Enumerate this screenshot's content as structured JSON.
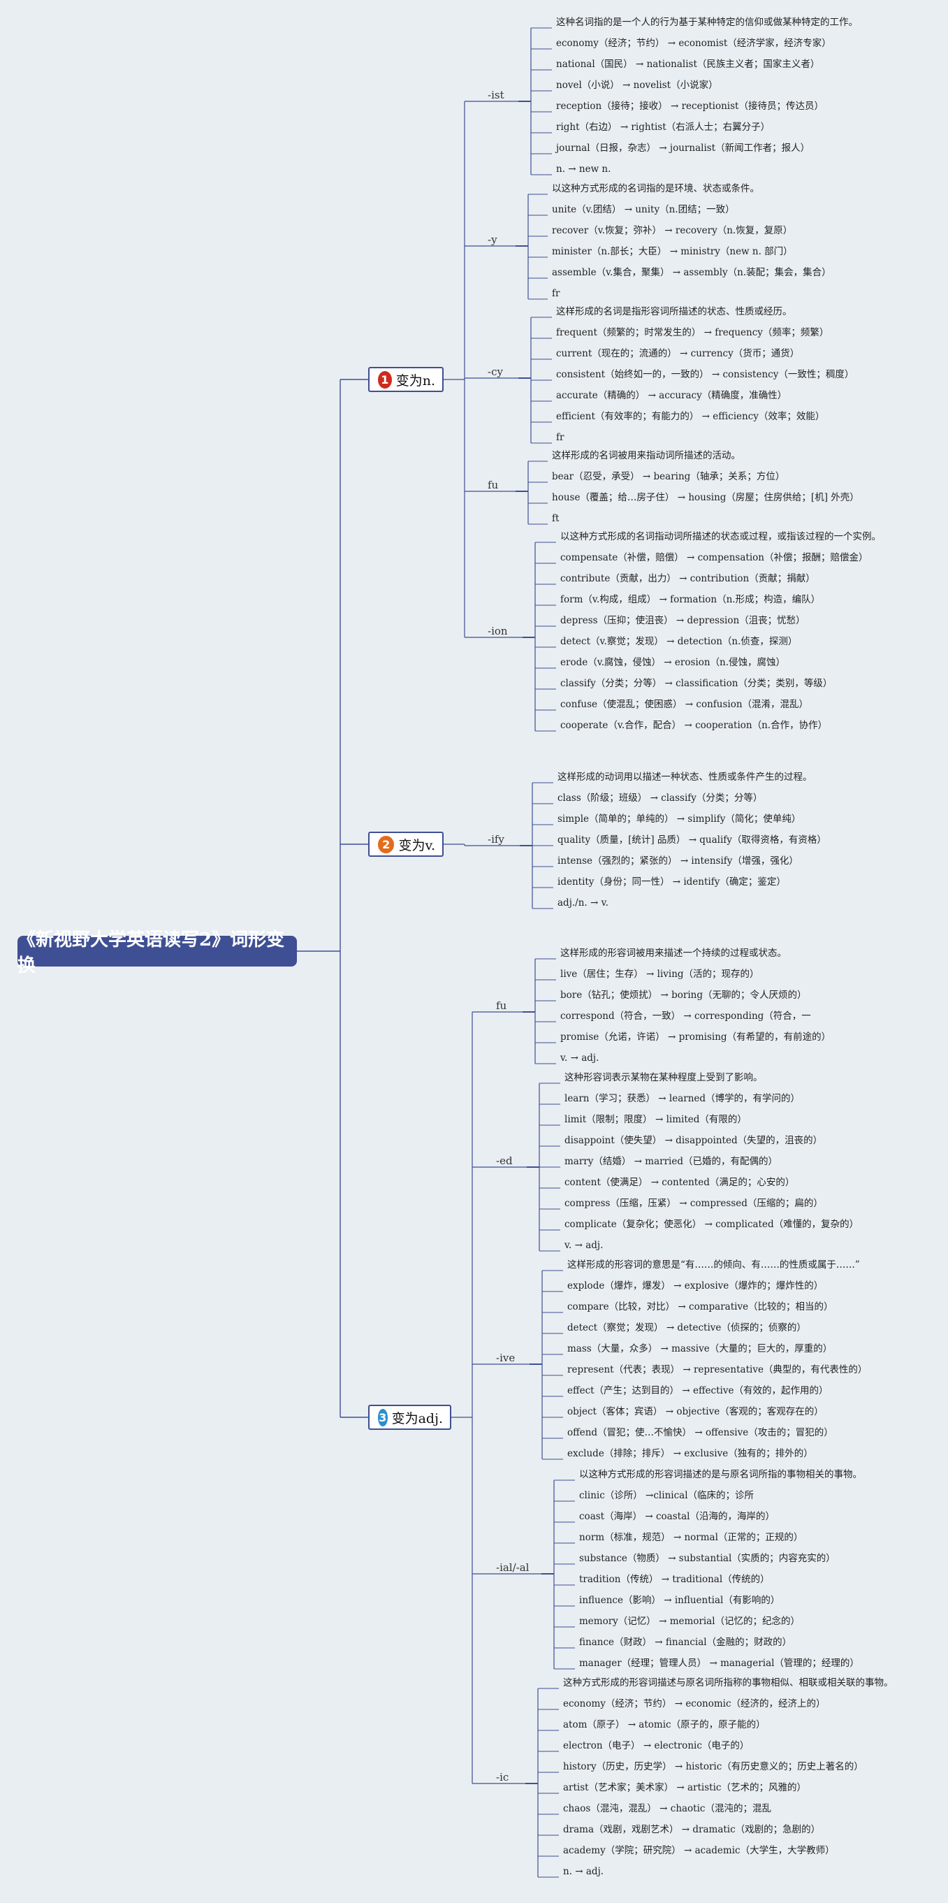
{
  "title": "《新视野大学英语读写2》词形变换",
  "accent": "#3f4f93",
  "categories": [
    {
      "number": "1",
      "label": "变为n.",
      "badge_color": "#cf2a1e",
      "suffixes": [
        {
          "name": "-ist",
          "items": [
            "这种名词指的是一个人的行为基于某种特定的信仰或做某种特定的工作。",
            "economy（经济；节约） → economist（经济学家，经济专家）",
            "national（国民） → nationalist（民族主义者；国家主义者）",
            "novel（小说） → novelist（小说家）",
            "reception（接待；接收） → receptionist（接待员；传达员）",
            "right（右边） → rightist（右派人士；右翼分子）",
            "journal（日报，杂志） → journalist（新闻工作者；报人）",
            "n. → new n."
          ]
        },
        {
          "name": "-y",
          "items": [
            "以这种方式形成的名词指的是环境、状态或条件。",
            "unite（v.团结） → unity（n.团结；一致）",
            "recover（v.恢复；弥补） → recovery（n.恢复，复原）",
            "minister（n.部长；大臣） → ministry（new n. 部门）",
            "assemble（v.集合，聚集） → assembly（n.装配；集会，集合）",
            "fr"
          ]
        },
        {
          "name": "-cy",
          "items": [
            "这样形成的名词是指形容词所描述的状态、性质或经历。",
            "frequent（频繁的；时常发生的） → frequency（频率；频繁）",
            "current（现在的；流通的） → currency（货币；通货）",
            "consistent（始终如一的，一致的） → consistency（一致性；稠度）",
            "accurate（精确的） → accuracy（精确度，准确性）",
            "efficient（有效率的；有能力的） → efficiency（效率；效能）",
            "fr"
          ]
        },
        {
          "name": "fu",
          "items": [
            "这样形成的名词被用来指动词所描述的活动。",
            "bear（忍受，承受） → bearing（轴承；关系；方位）",
            "house（覆盖；给…房子住） → housing（房屋；住房供给；[机] 外壳）",
            "ft"
          ]
        },
        {
          "name": "-ion",
          "items": [
            "以这种方式形成的名词指动词所描述的状态或过程，或指该过程的一个实例。",
            "compensate（补偿，赔偿） → compensation（补偿；报酬；赔偿金）",
            "contribute（贡献，出力） → contribution（贡献；捐献）",
            "form（v.构成，组成） → formation（n.形成；构造，编队）",
            "depress（压抑；使沮丧） → depression（沮丧；忧愁）",
            "detect（v.察觉；发现） → detection（n.侦查，探测）",
            "erode（v.腐蚀，侵蚀） → erosion（n.侵蚀，腐蚀）",
            "classify（分类；分等） → classification（分类；类别，等级）",
            "confuse（使混乱；使困惑） → confusion（混淆，混乱）",
            "cooperate（v.合作，配合） → cooperation（n.合作，协作）"
          ]
        }
      ]
    },
    {
      "number": "2",
      "label": "变为v.",
      "badge_color": "#e36c1c",
      "suffixes": [
        {
          "name": "-ify",
          "items": [
            "这样形成的动词用以描述一种状态、性质或条件产生的过程。",
            "class（阶级；班级） → classify（分类；分等）",
            "simple（简单的；单纯的） → simplify（简化；使单纯）",
            "quality（质量，[统计] 品质） → qualify（取得资格，有资格）",
            "intense（强烈的；紧张的） → intensify（增强，强化）",
            "identity（身份；同一性） → identify（确定；鉴定）",
            "adj./n. → v."
          ]
        }
      ]
    },
    {
      "number": "3",
      "label": "变为adj.",
      "badge_color": "#2a8fd0",
      "suffixes": [
        {
          "name": "fu",
          "items": [
            "这样形成的形容词被用来描述一个持续的过程或状态。",
            "live（居住；生存） → living（活的；现存的）",
            "bore（钻孔；使烦扰） → boring（无聊的；令人厌烦的）",
            "correspond（符合，一致） → corresponding（符合，一",
            "promise（允诺，许诺） → promising（有希望的，有前途的）",
            "v. → adj."
          ]
        },
        {
          "name": "-ed",
          "items": [
            "这种形容词表示某物在某种程度上受到了影响。",
            "learn（学习；获悉） → learned（博学的，有学问的）",
            "limit（限制；限度） → limited（有限的）",
            "disappoint（使失望） → disappointed（失望的，沮丧的）",
            "marry（结婚） → married（已婚的，有配偶的）",
            "content（使满足） → contented（满足的；心安的）",
            "compress（压缩，压紧） → compressed（压缩的；扁的）",
            "complicate（复杂化；使恶化） → complicated（难懂的，复杂的）",
            "v. → adj."
          ]
        },
        {
          "name": "-ive",
          "items": [
            "这样形成的形容词的意思是“有……的倾向、有……的性质或属于……”",
            "explode（爆炸，爆发） → explosive（爆炸的；爆炸性的）",
            "compare（比较，对比） → comparative（比较的；相当的）",
            "detect（察觉；发现） → detective（侦探的；侦察的）",
            "mass（大量，众多） → massive（大量的；巨大的，厚重的）",
            "represent（代表；表现） → representative（典型的，有代表性的）",
            "effect（产生；达到目的） → effective（有效的，起作用的）",
            "object（客体；宾语） → objective（客观的；客观存在的）",
            "offend（冒犯；使…不愉快） → offensive（攻击的；冒犯的）",
            "exclude（排除；排斥） → exclusive（独有的；排外的）"
          ]
        },
        {
          "name": "-ial/-al",
          "items": [
            "以这种方式形成的形容词描述的是与原名词所指的事物相关的事物。",
            "clinic（诊所） →clinical（临床的；诊所",
            "coast（海岸） → coastal（沿海的，海岸的）",
            "norm（标准，规范） → normal（正常的；正规的）",
            "substance（物质） → substantial（实质的；内容充实的）",
            "tradition（传统） → traditional（传统的）",
            "influence（影响） → influential（有影响的）",
            "memory（记忆） → memorial（记忆的；纪念的）",
            "finance（财政） → financial（金融的；财政的）",
            "manager（经理；管理人员） → managerial（管理的；经理的）"
          ]
        },
        {
          "name": "-ic",
          "items": [
            "这种方式形成的形容词描述与原名词所指称的事物相似、相联或相关联的事物。",
            "economy（经济；节约） → economic（经济的，经济上的）",
            "atom（原子） → atomic（原子的，原子能的）",
            "electron（电子） → electronic（电子的）",
            "history（历史，历史学） → historic（有历史意义的；历史上著名的）",
            "artist（艺术家；美术家） → artistic（艺术的；风雅的）",
            "chaos（混沌，混乱） → chaotic（混沌的；混乱",
            "drama（戏剧，戏剧艺术） → dramatic（戏剧的；急剧的）",
            "academy（学院；研究院） → academic（大学生，大学教师）",
            "n. → adj."
          ]
        }
      ]
    }
  ]
}
